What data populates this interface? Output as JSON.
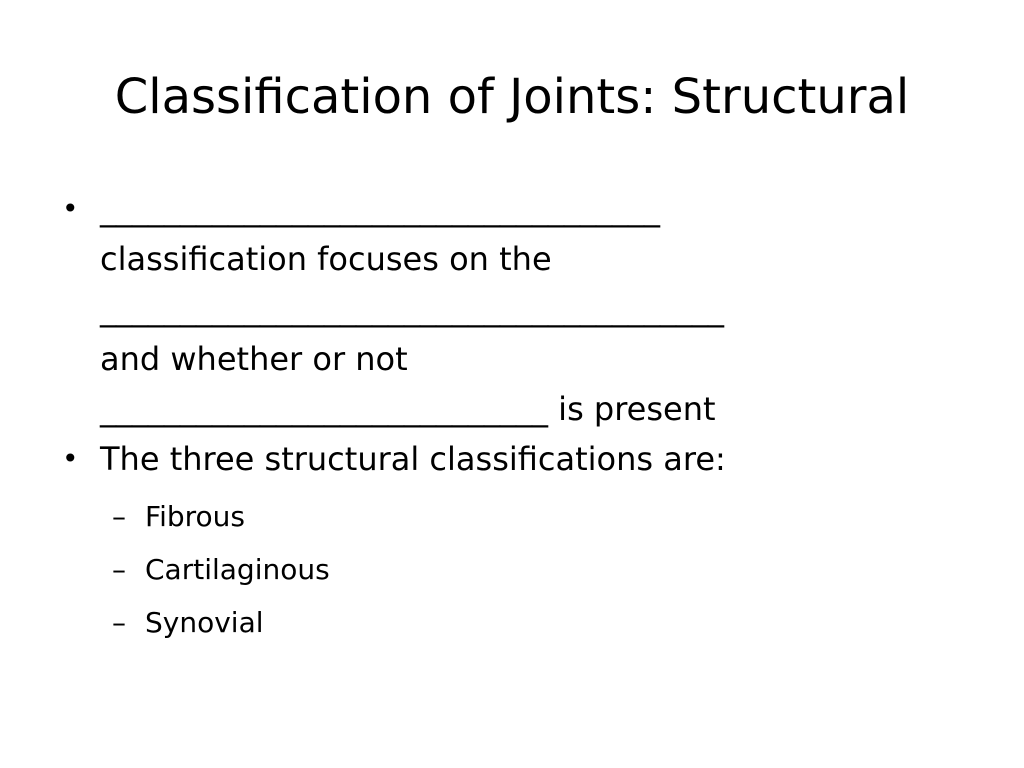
{
  "slide": {
    "title": "Classification of Joints: Structural",
    "bullets": [
      {
        "marker": "•",
        "lines": [
          "___________________________________",
          "classification focuses on the",
          "_______________________________________",
          "and whether or not",
          "____________________________ is present"
        ]
      },
      {
        "marker": "•",
        "lines": [
          "The three structural classifications are:"
        ],
        "sub_items": [
          {
            "marker": "–",
            "text": "Fibrous"
          },
          {
            "marker": "–",
            "text": "Cartilaginous"
          },
          {
            "marker": "–",
            "text": "Synovial"
          }
        ]
      }
    ]
  }
}
